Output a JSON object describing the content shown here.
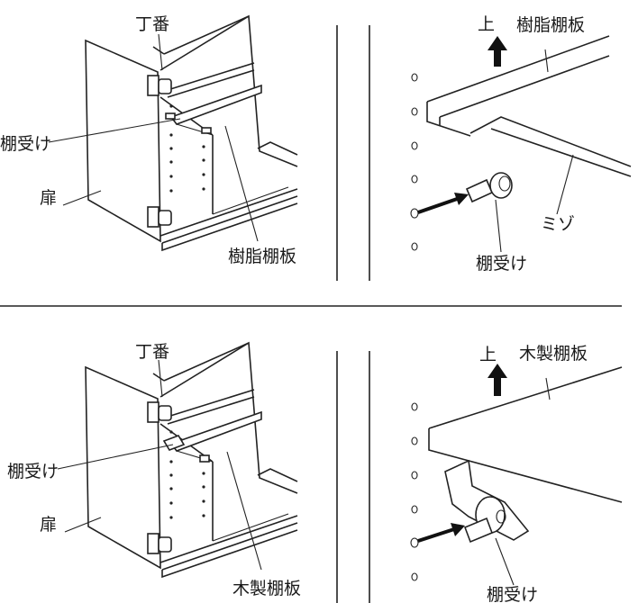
{
  "top": {
    "left": {
      "hinge_label": "丁番",
      "shelf_support_label": "棚受け",
      "door_label": "扉",
      "shelf_label": "樹脂棚板"
    },
    "right": {
      "up_label": "上",
      "shelf_label": "樹脂棚板",
      "groove_label": "ミゾ",
      "shelf_support_label": "棚受け"
    }
  },
  "bottom": {
    "left": {
      "hinge_label": "丁番",
      "shelf_support_label": "棚受け",
      "door_label": "扉",
      "shelf_label": "木製棚板"
    },
    "right": {
      "up_label": "上",
      "shelf_label": "木製棚板",
      "shelf_support_label": "棚受け"
    }
  }
}
